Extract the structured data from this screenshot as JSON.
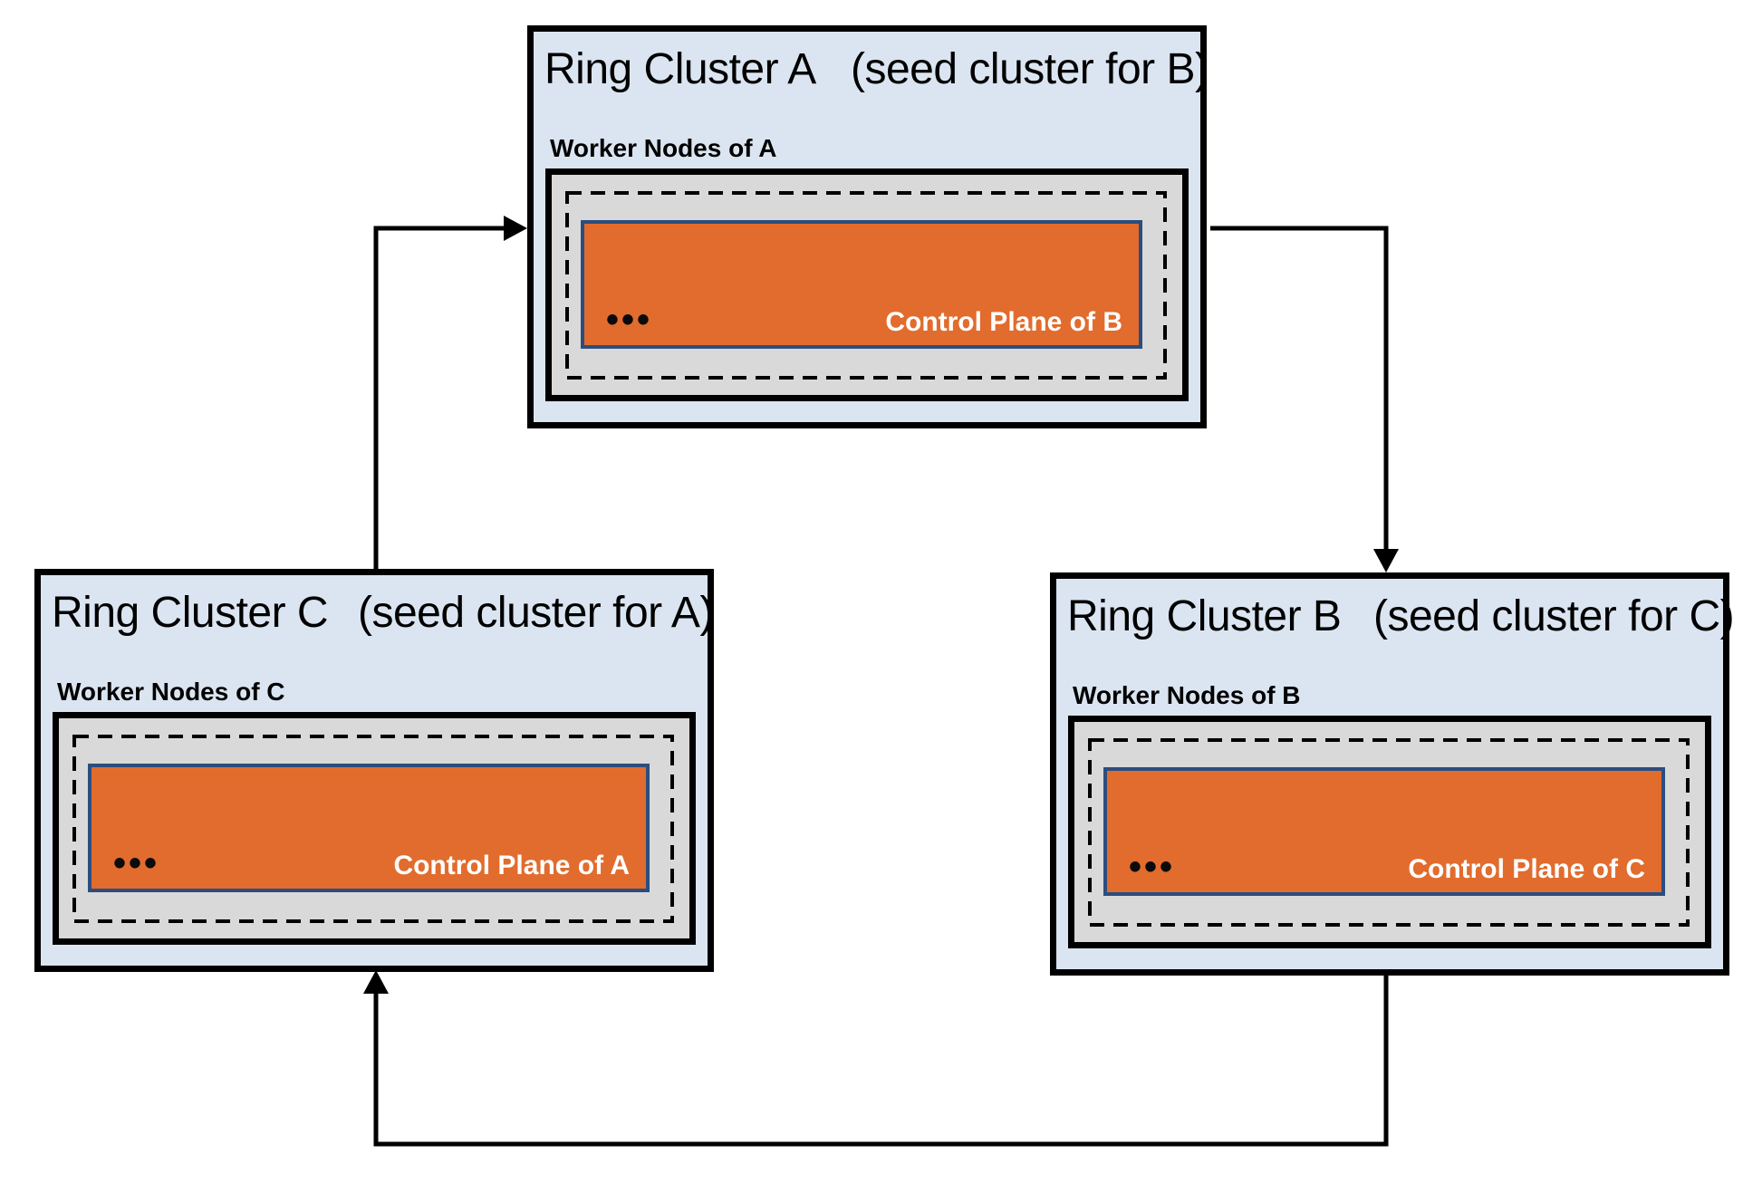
{
  "diagram": {
    "description": "Ring of three Gardener clusters, each hosting the control plane of the next",
    "background": "#ffffff",
    "colors": {
      "cluster_fill": "#dbe5f1",
      "cluster_border": "#000000",
      "worker_container_fill": "#d9d9d9",
      "control_plane_fill": "#e16c2d",
      "control_plane_border": "#2c4d7e",
      "control_plane_text": "#ffffff",
      "text": "#000000",
      "arrow": "#000000"
    },
    "clusters": [
      {
        "name": "Ring Cluster A",
        "seed_note": "(seed cluster for B)",
        "worker_label": "Worker Nodes of A",
        "control_plane_label": "Control Plane of B",
        "dots": "•••"
      },
      {
        "name": "Ring Cluster C",
        "seed_note": "(seed cluster for A)",
        "worker_label": "Worker Nodes of C",
        "control_plane_label": "Control Plane of A",
        "dots": "•••"
      },
      {
        "name": "Ring Cluster B",
        "seed_note": "(seed cluster for C)",
        "worker_label": "Worker Nodes of B",
        "control_plane_label": "Control Plane of C",
        "dots": "•••"
      }
    ],
    "arrows": [
      {
        "from": "Ring Cluster C",
        "to": "Ring Cluster A"
      },
      {
        "from": "Ring Cluster A",
        "to": "Ring Cluster B"
      },
      {
        "from": "Ring Cluster B",
        "to": "Ring Cluster C"
      }
    ]
  }
}
